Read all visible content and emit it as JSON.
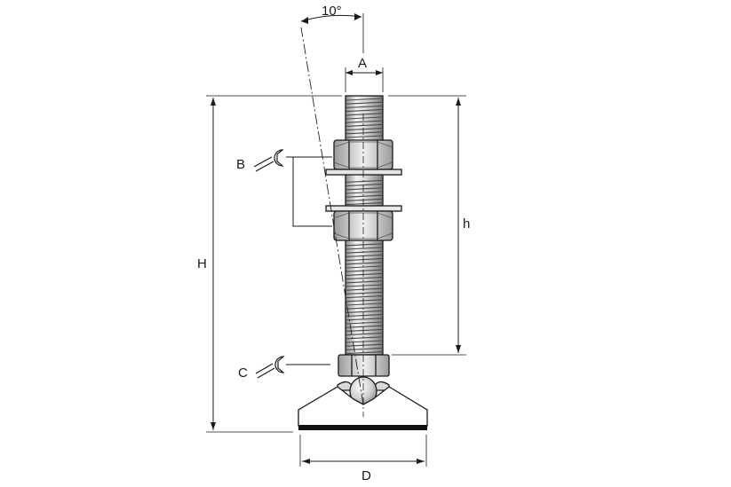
{
  "diagram": {
    "labels": {
      "angle": "10°",
      "A": "A",
      "B": "B",
      "C": "C",
      "D": "D",
      "H": "H",
      "h": "h"
    },
    "icons": {
      "wrench_b": "wrench-icon",
      "wrench_c": "wrench-icon"
    },
    "colors": {
      "line": "#1a1a1a",
      "metal_light": "#efefef",
      "metal_mid": "#bdbdbd",
      "metal_dark": "#7a7a7a"
    }
  }
}
